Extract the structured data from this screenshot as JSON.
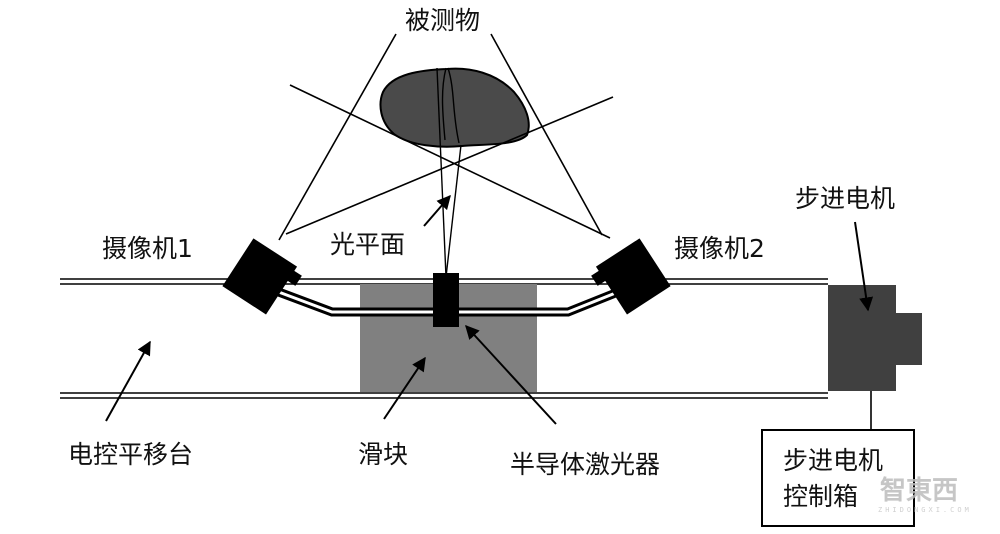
{
  "labels": {
    "object": "被测物",
    "light_plane": "光平面",
    "camera1": "摄像机1",
    "camera2": "摄像机2",
    "stepper_motor": "步进电机",
    "platform": "电控平移台",
    "slider": "滑块",
    "laser": "半导体激光器",
    "controller_line1": "步进电机",
    "controller_line2": "控制箱"
  },
  "watermark": {
    "text": "智東西",
    "sub": "ZHIDONGXI.COM"
  },
  "colors": {
    "object_fill": "#4a4a4a",
    "slider_fill": "#808080",
    "motor_fill": "#404040",
    "black": "#000000"
  }
}
